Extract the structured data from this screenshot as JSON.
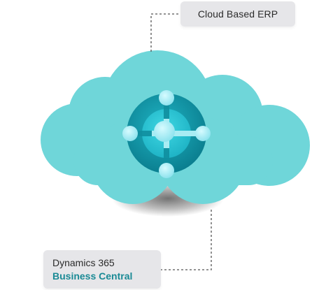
{
  "callouts": {
    "top_label": "Cloud Based ERP",
    "bottom_line1": "Dynamics 365",
    "bottom_line2": "Business Central"
  },
  "icons": {
    "cloud": "cloud-shape",
    "logo": "business-central-logo"
  },
  "colors": {
    "cloud": "#6fd6d9",
    "logo_outer": "#0f8e9e",
    "logo_inner": "#2ec4d3",
    "logo_knob": "#a8ecf3",
    "accent_text": "#1a8a95",
    "callout_bg": "#e6e6e9",
    "connector": "#555555"
  }
}
